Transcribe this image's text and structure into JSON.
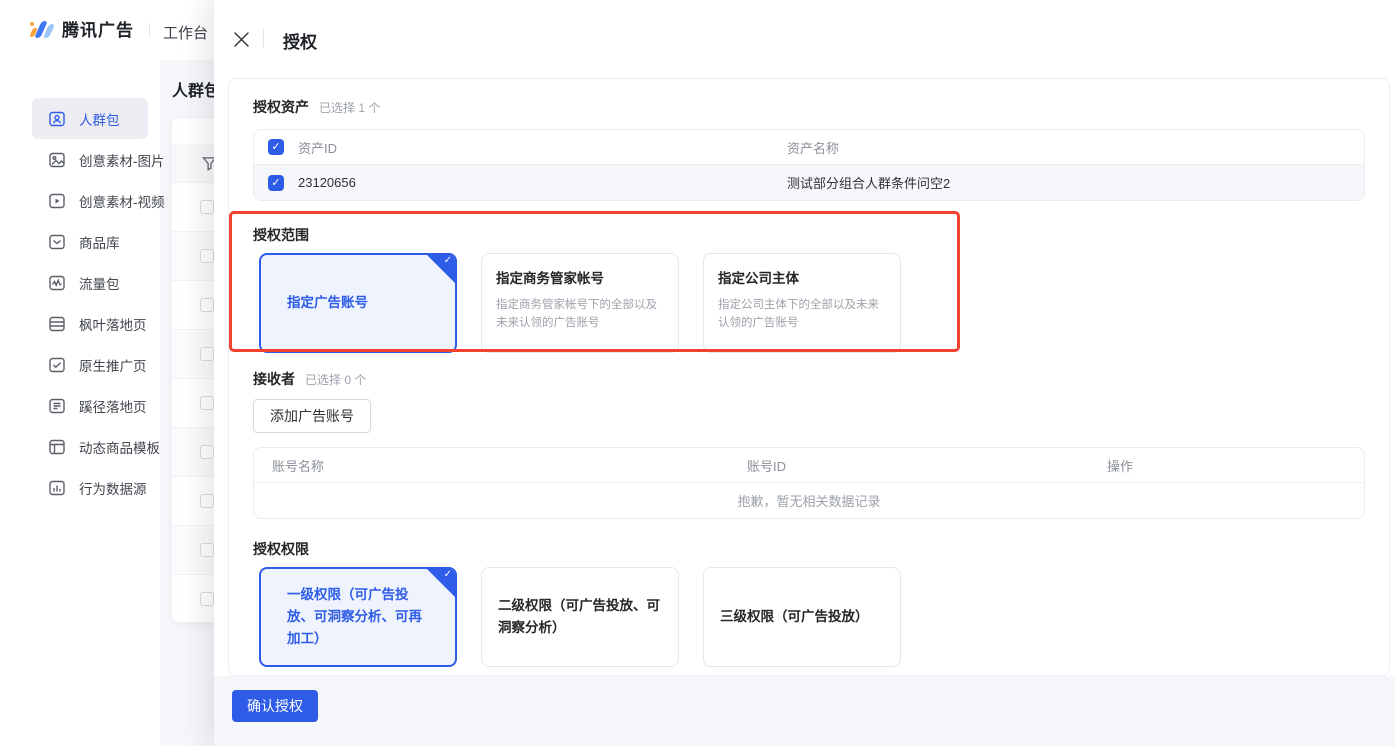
{
  "header": {
    "brand": "腾讯广告",
    "workspace_label": "工作台",
    "drawer_title": "授权"
  },
  "background_page": {
    "title": "人群包"
  },
  "sidebar": {
    "items": [
      {
        "label": "人群包",
        "icon": "audience-icon",
        "active": true
      },
      {
        "label": "创意素材-图片",
        "icon": "image-icon",
        "active": false
      },
      {
        "label": "创意素材-视频",
        "icon": "video-icon",
        "active": false
      },
      {
        "label": "商品库",
        "icon": "product-library-icon",
        "active": false
      },
      {
        "label": "流量包",
        "icon": "traffic-icon",
        "active": false
      },
      {
        "label": "枫叶落地页",
        "icon": "landing-rows-icon",
        "active": false
      },
      {
        "label": "原生推广页",
        "icon": "native-page-icon",
        "active": false
      },
      {
        "label": "蹊径落地页",
        "icon": "path-page-icon",
        "active": false
      },
      {
        "label": "动态商品模板",
        "icon": "template-icon",
        "active": false
      },
      {
        "label": "行为数据源",
        "icon": "data-source-icon",
        "active": false
      }
    ]
  },
  "panel": {
    "asset": {
      "title": "授权资产",
      "count": "已选择 1 个",
      "columns": [
        "资产ID",
        "资产名称"
      ],
      "row": {
        "id": "23120656",
        "name": "测试部分组合人群条件问空2",
        "checked": true
      }
    },
    "scope": {
      "title": "授权范围",
      "options": [
        {
          "title": "指定广告账号",
          "desc": "",
          "selected": true
        },
        {
          "title": "指定商务管家帐号",
          "desc": "指定商务管家帐号下的全部以及未来认领的广告账号",
          "selected": false
        },
        {
          "title": "指定公司主体",
          "desc": "指定公司主体下的全部以及未来认领的广告账号",
          "selected": false
        }
      ]
    },
    "receiver": {
      "title": "接收者",
      "count": "已选择 0 个",
      "add_button_label": "添加广告账号",
      "columns": [
        "账号名称",
        "账号ID",
        "操作"
      ],
      "empty_text": "抱歉，暂无相关数据记录"
    },
    "permission": {
      "title": "授权权限",
      "options": [
        {
          "title": "一级权限（可广告投放、可洞察分析、可再加工）",
          "selected": true
        },
        {
          "title": "二级权限（可广告投放、可洞察分析）",
          "selected": false
        },
        {
          "title": "三级权限（可广告投放）",
          "selected": false
        }
      ]
    },
    "confirm_label": "确认授权"
  },
  "icons": {
    "check_glyph": "✓"
  },
  "colors": {
    "primary": "#2e5ce6",
    "primary_light_bg": "#eef3fe",
    "annotation_red": "#f0422d",
    "footer_bg": "#f4f6fa"
  }
}
